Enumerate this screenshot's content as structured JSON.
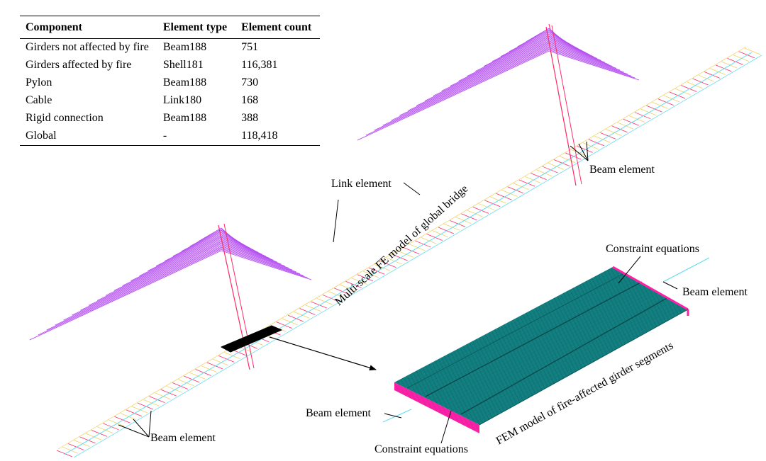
{
  "table": {
    "headers": [
      "Component",
      "Element type",
      "Element count"
    ],
    "rows": [
      [
        "Girders not affected by fire",
        "Beam188",
        "751"
      ],
      [
        "Girders affected by fire",
        "Shell181",
        "116,381"
      ],
      [
        "Pylon",
        "Beam188",
        "730"
      ],
      [
        "Cable",
        "Link180",
        "168"
      ],
      [
        "Rigid connection",
        "Beam188",
        "388"
      ],
      [
        "Global",
        "-",
        "118,418"
      ]
    ]
  },
  "labels": {
    "link_element": "Link element",
    "beam_element_right_pylon": "Beam element",
    "beam_element_left_pylon": "Beam element",
    "global_model_caption": "Multi-scale FE model of global bridge",
    "constraint_equations_top": "Constraint equations",
    "beam_element_segment_right": "Beam element",
    "beam_element_segment_left": "Beam element",
    "constraint_equations_bottom": "Constraint equations",
    "fem_caption": "FEM model of fire-affected girder segments"
  },
  "colors": {
    "cable": "#b44cf0",
    "pylon": "#ff2a66",
    "deck_cyan": "#66ddee",
    "deck_yellow": "#f0d060",
    "deck_teal": "#127f80",
    "mesh_line": "#0a4a4c",
    "edge_magenta": "#ff1fa8",
    "highlight_block": "#000000"
  }
}
